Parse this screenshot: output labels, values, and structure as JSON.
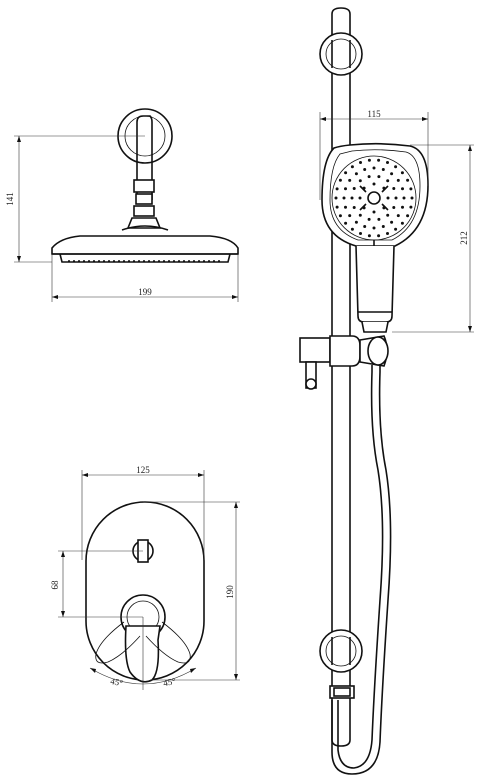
{
  "dimensions": {
    "head_width": "199",
    "head_height": "141",
    "hand_width": "115",
    "hand_height": "212",
    "plate_width": "125",
    "plate_height": "190",
    "valve_spacing": "68",
    "angle_left": "45°",
    "angle_right": "45°"
  },
  "colors": {
    "line": "#111111",
    "background": "#ffffff"
  }
}
